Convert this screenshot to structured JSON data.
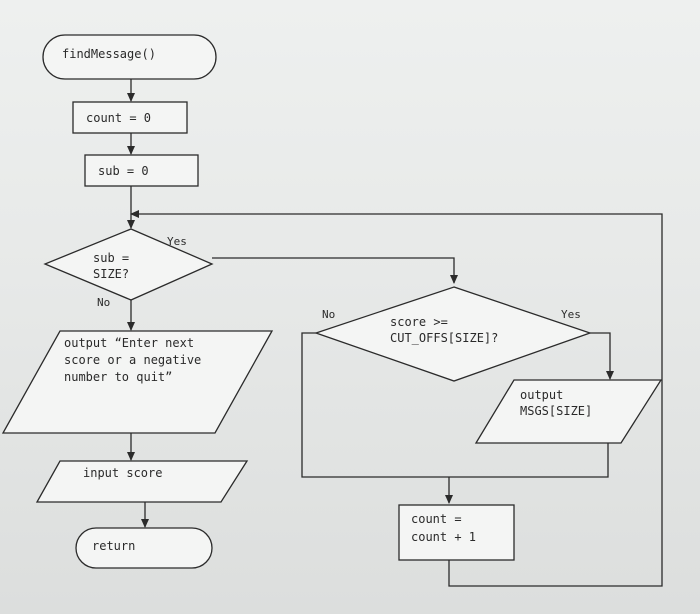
{
  "flowchart": {
    "start": "findMessage()",
    "count_init": "count = 0",
    "sub_init": "sub = 0",
    "decision_sub": [
      "sub =",
      "SIZE?"
    ],
    "decision_sub_yes": "Yes",
    "decision_sub_no": "No",
    "output_prompt": [
      "output “Enter next",
      "score or a negative",
      "number to quit”"
    ],
    "input_score": "input score",
    "return": "return",
    "decision_score": [
      "score >=",
      "CUT_OFFS[SIZE]?"
    ],
    "decision_score_no": "No",
    "decision_score_yes": "Yes",
    "output_msgs": [
      "output",
      "MSGS[SIZE]"
    ],
    "count_inc": [
      "count =",
      "count + 1"
    ]
  }
}
